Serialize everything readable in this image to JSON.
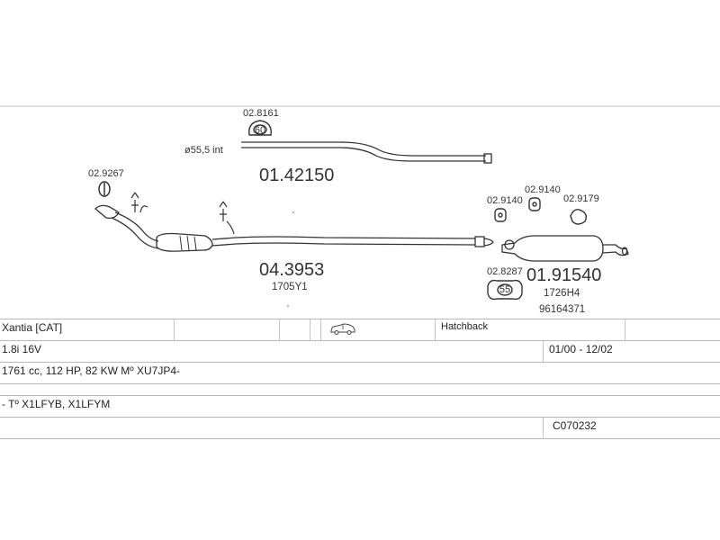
{
  "diagram": {
    "labels": {
      "clamp_top": "02.8161",
      "clamp_top_badge": "60",
      "diameter": "ø55,5 int",
      "front_pipe": "01.42150",
      "hanger_left": "02.9267",
      "catalyst": "04.3953",
      "catalyst_sub": "1705Y1",
      "rubber_1": "02.9140",
      "rubber_2": "02.9140",
      "rubber_3": "02.9179",
      "clamp_bottom": "02.8287",
      "clamp_bottom_badge": "55",
      "rear_silencer": "01.91540",
      "rear_sub1": "1726H4",
      "rear_sub2": "96164371"
    }
  },
  "vehicle": {
    "model": "Xantia  [CAT]",
    "body": "Hatchback",
    "engine": "1.8i 16V",
    "years": "01/00 - 12/02",
    "spec": "1761 cc, 112 HP, 82 KW Mº XU7JP4-",
    "types": "- Tº X1LFYB, X1LFYM",
    "code": "C070232"
  },
  "icons": [
    "car-hatchback-icon"
  ],
  "colors": {
    "line": "#333333",
    "grid": "#b8b8b8"
  }
}
